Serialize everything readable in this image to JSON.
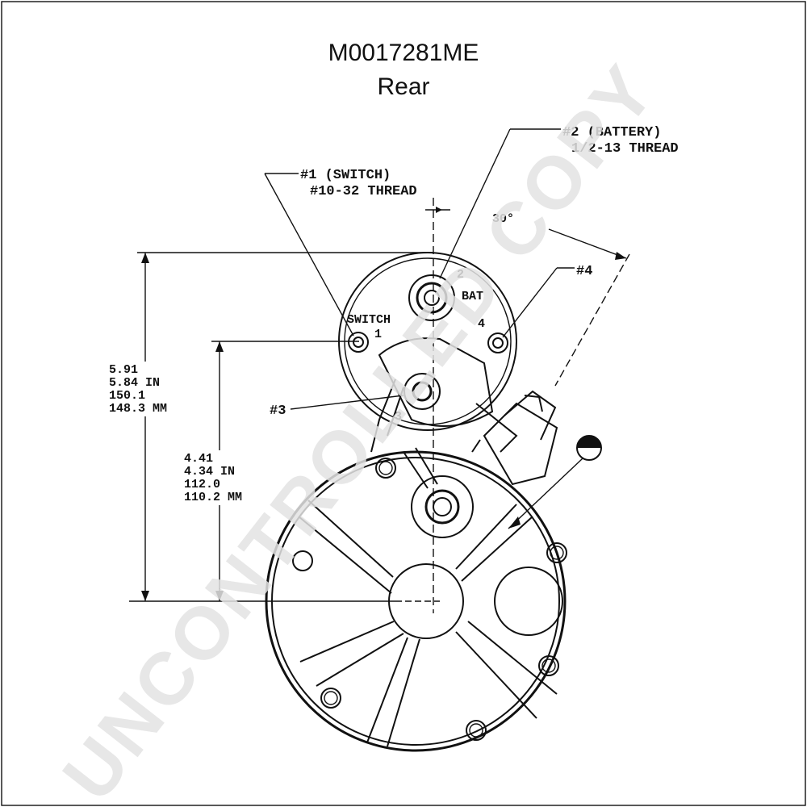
{
  "title": "M0017281ME",
  "subtitle": "Rear",
  "watermark": "UNCONTROLLED COPY",
  "terminals": {
    "t1_line1": "#1 (SWITCH)",
    "t1_line2": "#10-32 THREAD",
    "t2_line1": "#2 (BATTERY)",
    "t2_line2": "1/2-13 THREAD",
    "t3": "#3",
    "t4": "#4",
    "switch_label": "SWITCH",
    "bat_label": "BAT",
    "n1": "1",
    "n2": "2",
    "n3": "3",
    "n4": "4"
  },
  "angle": "30°",
  "dims": {
    "overall": [
      "5.91",
      "5.84 IN",
      "150.1",
      "148.3 MM"
    ],
    "center": [
      "4.41",
      "4.34 IN",
      "112.0",
      "110.2 MM"
    ]
  }
}
